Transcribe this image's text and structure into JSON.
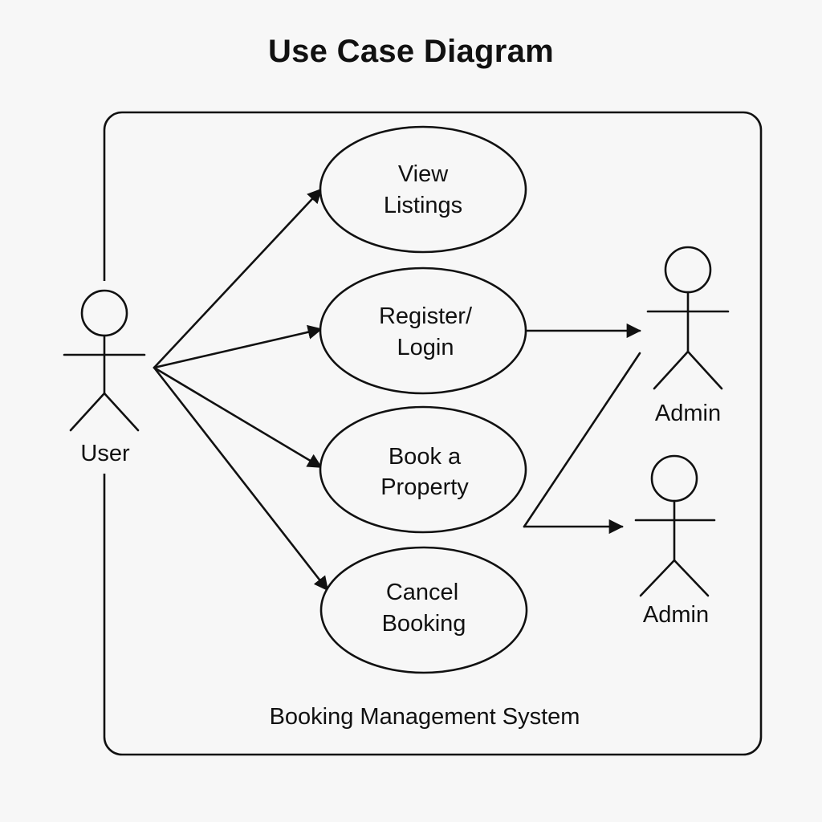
{
  "title": "Use Case Diagram",
  "system": {
    "name": "Booking Management System"
  },
  "actors": [
    {
      "id": "user",
      "label": "User"
    },
    {
      "id": "admin1",
      "label": "Admin"
    },
    {
      "id": "admin2",
      "label": "Admin"
    }
  ],
  "use_cases": [
    {
      "id": "view-listings",
      "lines": [
        "View",
        "Listings"
      ]
    },
    {
      "id": "register-login",
      "lines": [
        "Register/",
        "Login"
      ]
    },
    {
      "id": "book-property",
      "lines": [
        "Book a",
        "Property"
      ]
    },
    {
      "id": "cancel-booking",
      "lines": [
        "Cancel",
        "Booking"
      ]
    }
  ],
  "relations": [
    {
      "from": "user",
      "to": "view-listings"
    },
    {
      "from": "user",
      "to": "register-login"
    },
    {
      "from": "user",
      "to": "book-property"
    },
    {
      "from": "user",
      "to": "cancel-booking"
    },
    {
      "from": "register-login",
      "to": "admin1"
    },
    {
      "from": "book-property",
      "to": "admin1"
    },
    {
      "from": "book-property",
      "to": "admin2"
    }
  ],
  "colors": {
    "background": "#f7f7f7",
    "stroke": "#111111"
  }
}
